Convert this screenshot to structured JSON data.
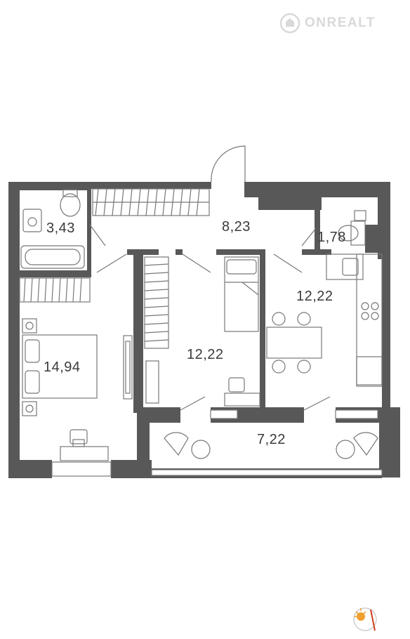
{
  "watermark": {
    "text": "ONREALT"
  },
  "rooms": {
    "bathroom_area": "3,43",
    "hall_area": "8,23",
    "wc_area": "1,78",
    "kitchen_area": "12,22",
    "bedroom_area": "14,94",
    "kids_room_area": "12,22",
    "balcony_area": "7,22"
  },
  "colors": {
    "wall": "#585858",
    "furniture_stroke": "#777777",
    "label": "#3a3a3a",
    "watermark": "#d9d9d9",
    "compass_accent": "#f0a030"
  },
  "icons": [
    "compass-icon",
    "onrealt-logo"
  ]
}
